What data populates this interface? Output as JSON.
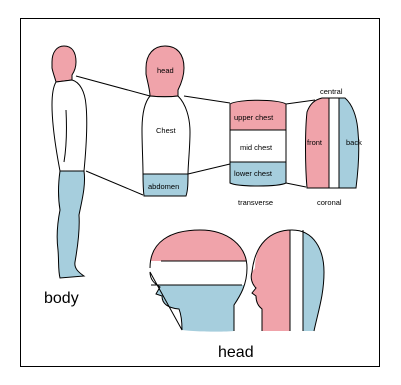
{
  "colors": {
    "pink": "#f0a3aa",
    "blue": "#a6cedd",
    "white": "#ffffff",
    "frame": "#000000"
  },
  "labels": {
    "body": "body",
    "head_caption": "head",
    "head_region": "head",
    "chest": "Chest",
    "abdomen": "abdomen",
    "upper_chest": "upper chest",
    "mid_chest": "mid chest",
    "lower_chest": "lower chest",
    "transverse": "transverse",
    "central": "central",
    "front": "front",
    "back": "back",
    "coronal": "coronal"
  }
}
